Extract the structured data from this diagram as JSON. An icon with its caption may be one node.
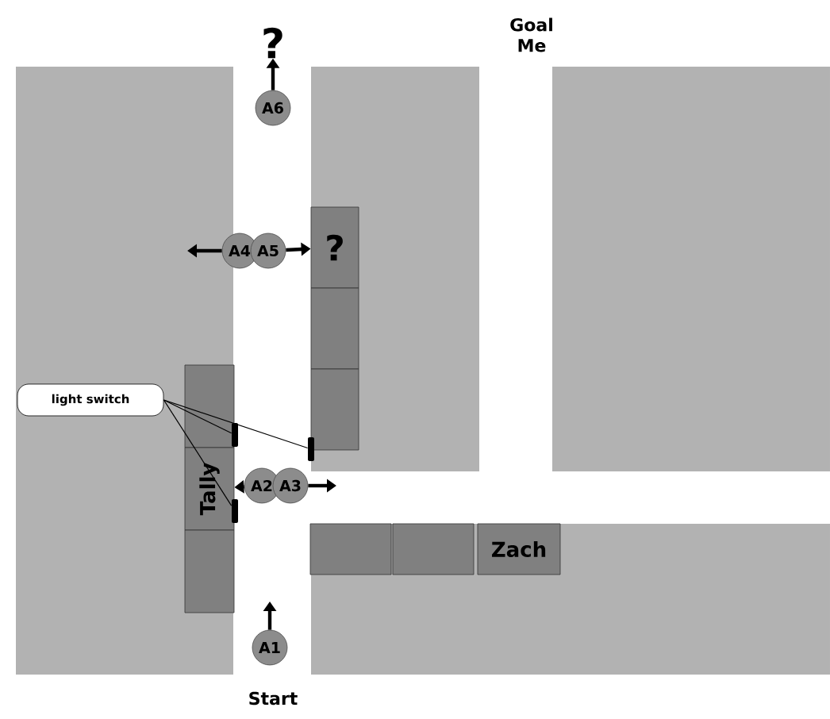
{
  "diagram": {
    "nodes": [
      {
        "text": [
          "?"
        ]
      },
      {
        "text": [
          "A6"
        ]
      },
      {
        "text": [
          "?"
        ]
      },
      {
        "text": [],
        "shape": "box"
      },
      {
        "text": [],
        "shape": "box"
      },
      {
        "text": [
          "A4"
        ]
      },
      {
        "text": [
          "A5"
        ]
      },
      {
        "text": [
          "light switch"
        ]
      },
      {
        "text": [],
        "shape": "box"
      },
      {
        "text": [
          "Tally"
        ]
      },
      {
        "text": [],
        "shape": "box"
      },
      {
        "text": [],
        "shape": "bar"
      },
      {
        "text": [],
        "shape": "bar"
      },
      {
        "text": [],
        "shape": "bar"
      },
      {
        "text": [
          "A2"
        ]
      },
      {
        "text": [
          "A3"
        ]
      },
      {
        "text": [],
        "shape": "box"
      },
      {
        "text": [],
        "shape": "box"
      },
      {
        "text": [
          "Zach"
        ]
      },
      {
        "text": [
          "A1"
        ]
      }
    ],
    "edges": [
      {
        "from": 1,
        "to": 0,
        "arrow": "to"
      },
      {
        "from": 6,
        "to": 2,
        "arrow": "to"
      },
      {
        "from": 5,
        "to": null,
        "arrow": "to"
      },
      {
        "from": 14,
        "to": 9,
        "arrow": "to"
      },
      {
        "from": 15,
        "to": null,
        "arrow": "to"
      },
      {
        "from": 19,
        "to": null,
        "arrow": "to"
      },
      {
        "from": 7,
        "to": 11,
        "arrow": "none"
      },
      {
        "from": 7,
        "to": 12,
        "arrow": "none"
      },
      {
        "from": 7,
        "to": 13,
        "arrow": "none"
      }
    ],
    "labels": [
      "Goal Me",
      "Start"
    ]
  }
}
